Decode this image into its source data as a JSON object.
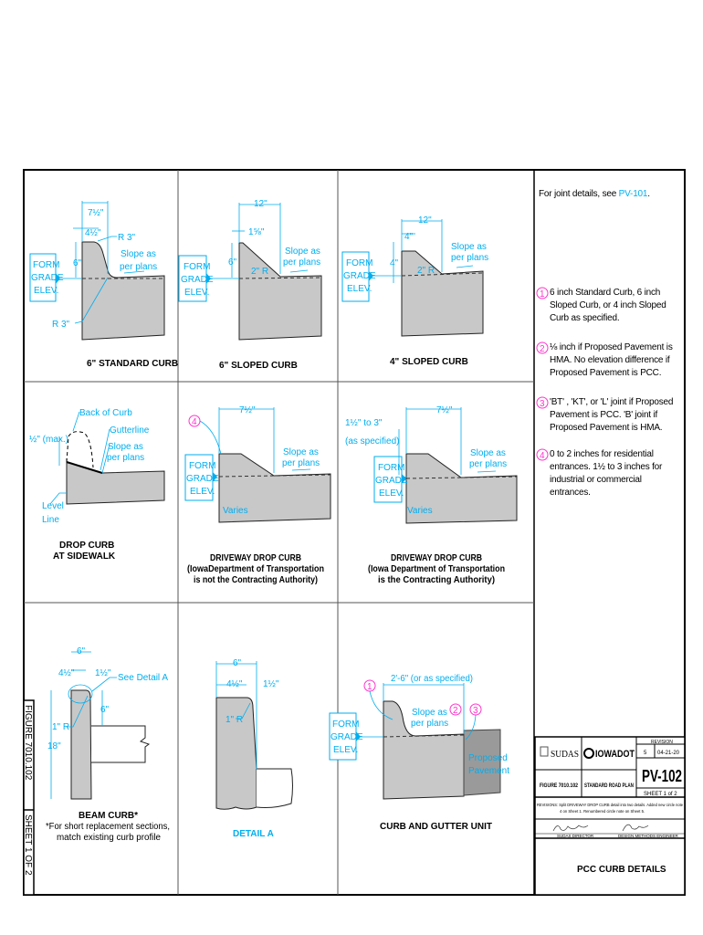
{
  "notes": {
    "joint_prefix": "For joint details, see ",
    "joint_link": "PV-101",
    "joint_suffix": ".",
    "items": [
      {
        "num": "1",
        "text": "6 inch Standard Curb, 6 inch Sloped Curb, or 4 inch Sloped Curb as specified."
      },
      {
        "num": "2",
        "text": "⅛ inch if Proposed Pavement is HMA. No elevation difference if Proposed Pavement is PCC."
      },
      {
        "num": "3",
        "text": "'BT' , 'KT', or 'L' joint if Proposed Pavement is PCC. 'B' joint if Proposed Pavement is HMA."
      },
      {
        "num": "4",
        "text": "0 to 2 inches for residential entrances. 1½ to 3 inches for industrial or commercial entrances."
      }
    ]
  },
  "common": {
    "form": "FORM",
    "grade": "GRADE",
    "elev": "ELEV.",
    "slope1": "Slope as",
    "slope2": "per plans",
    "varies": "Varies"
  },
  "std_curb": {
    "title": "6\" STANDARD CURB",
    "d1": "7½\"",
    "d2": "4½\"",
    "r1": "R 3\"",
    "r2": "R 3\"",
    "h": "6\""
  },
  "sloped6": {
    "title": "6\" SLOPED CURB",
    "d1": "12\"",
    "d2": "1⅝\"",
    "h": "6\"",
    "r": "2\" R"
  },
  "sloped4": {
    "title": "4\" SLOPED CURB",
    "d1": "12\"",
    "d2": "4\"",
    "h": "4\"",
    "r": "2\" R"
  },
  "drop": {
    "title1": "DROP CURB",
    "title2": "AT SIDEWALK",
    "back": "Back of Curb",
    "gutter": "Gutterline",
    "max": "½\" (max.)",
    "level1": "Level",
    "level2": "Line"
  },
  "drive1": {
    "title1": "DRIVEWAY DROP CURB",
    "title2": "(IowaDepartment of Transportation",
    "title3": "is not the Contracting Authority)",
    "d1": "7½\"",
    "note": "4"
  },
  "drive2": {
    "title1": "DRIVEWAY DROP CURB",
    "title2": "(Iowa Department of Transportation",
    "title3": "is the Contracting Authority)",
    "d1": "7½\"",
    "range": "1½\" to 3\"",
    "spec": "(as specified)"
  },
  "beam": {
    "title": "BEAM CURB*",
    "sub1": "*For short replacement sections,",
    "sub2": "match existing curb profile",
    "d6": "6\"",
    "d45": "4½\"",
    "d15": "1½\"",
    "see": "See Detail A",
    "h6": "6\"",
    "r": "1\" R",
    "h18": "18\""
  },
  "detail": {
    "title": "DETAIL A",
    "d6": "6\"",
    "d45": "4½\"",
    "d15": "1½\"",
    "r": "1\" R"
  },
  "gutter": {
    "title": "CURB AND GUTTER UNIT",
    "width": "2'-6\" (or as specified)",
    "n1": "1",
    "n2": "2",
    "n3": "3",
    "pav1": "Proposed",
    "pav2": "Pavement"
  },
  "side": {
    "figure": "FIGURE 7010.102",
    "sheet": "SHEET 1 OF 2"
  },
  "title_block": {
    "sudas": "SUDAS",
    "iowadot": "IOWADOT",
    "revision_label": "REVISION",
    "revision_num": "5",
    "revision_date": "04-21-20",
    "figure": "FIGURE 7010.102",
    "plan": "STANDARD ROAD PLAN",
    "code": "PV-102",
    "sheet": "SHEET 1 of 2",
    "revisions1": "REVISIONS: Split DRIVEWAY DROP CURB detail into two details. Added new circle note",
    "revisions2": "4 on Sheet 1. Renumbered circle note on Sheet 5.",
    "sudas_director": "SUDAS DIRECTOR",
    "engineer": "DESIGN METHODS ENGINEER",
    "drawing_title": "PCC CURB DETAILS"
  },
  "colors": {
    "blue": "#00aeef",
    "magenta": "#ff33cc",
    "concrete": "#c8c8c8"
  }
}
